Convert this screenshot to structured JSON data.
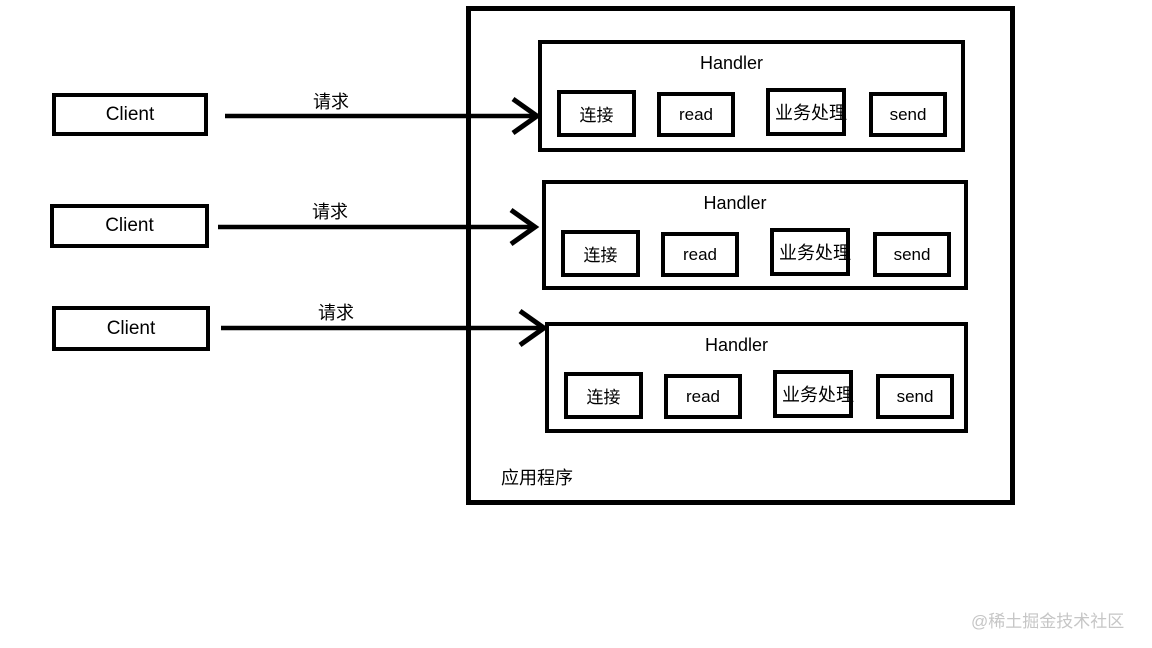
{
  "clients": [
    {
      "label": "Client"
    },
    {
      "label": "Client"
    },
    {
      "label": "Client"
    }
  ],
  "arrows": [
    {
      "label": "请求"
    },
    {
      "label": "请求"
    },
    {
      "label": "请求"
    }
  ],
  "application": {
    "label": "应用程序"
  },
  "handlers": [
    {
      "title": "Handler",
      "steps": [
        "连接",
        "read",
        "业务处理",
        "send"
      ]
    },
    {
      "title": "Handler",
      "steps": [
        "连接",
        "read",
        "业务处理",
        "send"
      ]
    },
    {
      "title": "Handler",
      "steps": [
        "连接",
        "read",
        "业务处理",
        "send"
      ]
    }
  ],
  "watermark": "@稀土掘金技术社区",
  "colors": {
    "line": "#000000",
    "background": "#ffffff",
    "watermark": "#c6c6c6"
  }
}
